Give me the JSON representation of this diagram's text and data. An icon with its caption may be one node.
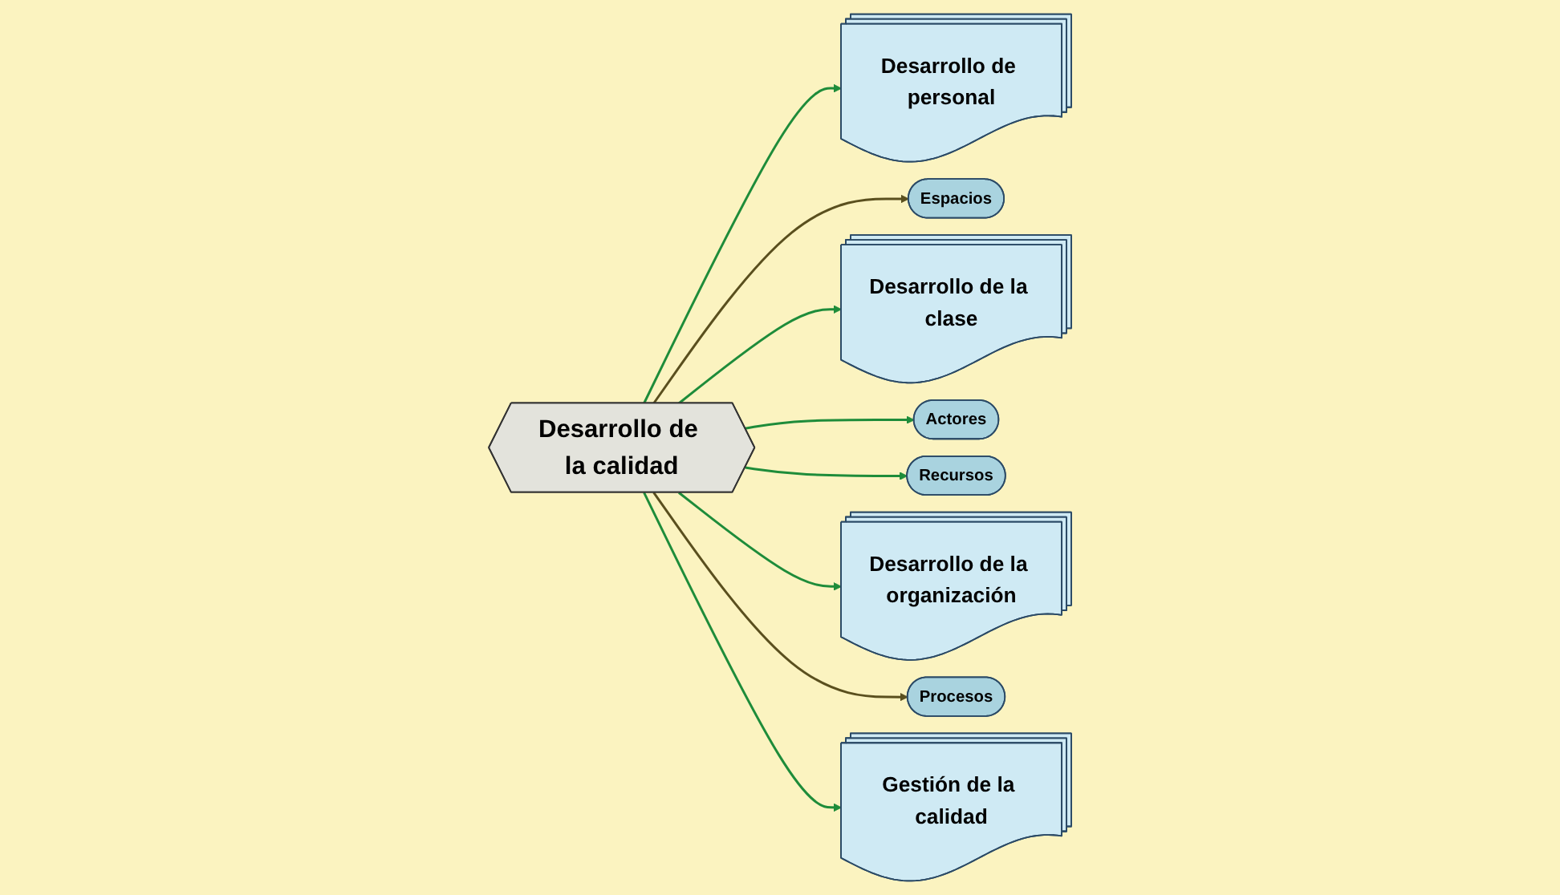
{
  "diagram": {
    "nodes": [
      {
        "text": [
          "Desarrollo de personal"
        ]
      },
      {
        "text": [
          "Espacios"
        ]
      },
      {
        "text": [
          "Desarrollo de la clase"
        ]
      },
      {
        "text": [
          "Actores"
        ]
      },
      {
        "text": [
          "Desarrollo de la calidad"
        ]
      },
      {
        "text": [
          "Recursos"
        ]
      },
      {
        "text": [
          "Desarrollo de la organización"
        ]
      },
      {
        "text": [
          "Procesos"
        ]
      },
      {
        "text": [
          "Gestión de la calidad"
        ]
      }
    ],
    "edges": [
      {
        "from": 4,
        "to": 0,
        "arrow": "to"
      },
      {
        "from": 4,
        "to": 1,
        "arrow": "to",
        "color": "#5a4f1e"
      },
      {
        "from": 4,
        "to": 2,
        "arrow": "to"
      },
      {
        "from": 4,
        "to": 3,
        "arrow": "to"
      },
      {
        "from": 4,
        "to": 5,
        "arrow": "to"
      },
      {
        "from": 4,
        "to": 6,
        "arrow": "to"
      },
      {
        "from": 4,
        "to": 7,
        "arrow": "to",
        "color": "#5a4f1e"
      },
      {
        "from": 4,
        "to": 8,
        "arrow": "to"
      }
    ]
  }
}
